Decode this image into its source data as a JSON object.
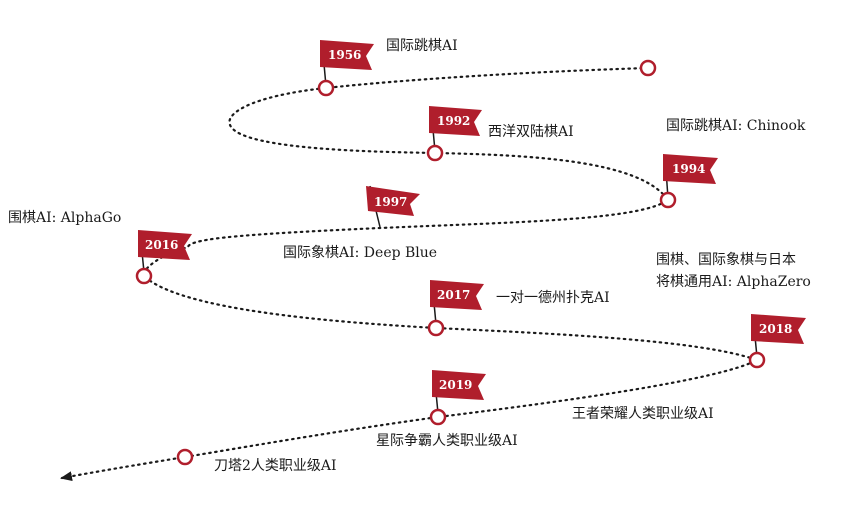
{
  "colors": {
    "flag": "#b01e2c",
    "circle": "#b01e2c",
    "path": "#1a1a1a",
    "text": "#1a1a1a"
  },
  "milestones": [
    {
      "year": "",
      "label": ""
    },
    {
      "year": "1956",
      "label": "国际跳棋AI"
    },
    {
      "year": "1992",
      "label": "西洋双陆棋AI"
    },
    {
      "year": "1994",
      "label": "国际跳棋AI: Chinook"
    },
    {
      "year": "1997",
      "label": "国际象棋AI: Deep Blue"
    },
    {
      "year": "2016",
      "label": "围棋AI: AlphaGo"
    },
    {
      "year": "2017",
      "label": "一对一德州扑克AI"
    },
    {
      "year": "2018",
      "label": "围棋、国际象棋与日本 将棋通用AI: AlphaZero",
      "label_lines": [
        "围棋、国际象棋与日本",
        "将棋通用AI: AlphaZero"
      ]
    },
    {
      "year": "2019",
      "label": "星际争霸人类职业级AI"
    },
    {
      "year": "",
      "label": "王者荣耀人类职业级AI"
    },
    {
      "year": "",
      "label": "刀塔2人类职业级AI"
    }
  ]
}
